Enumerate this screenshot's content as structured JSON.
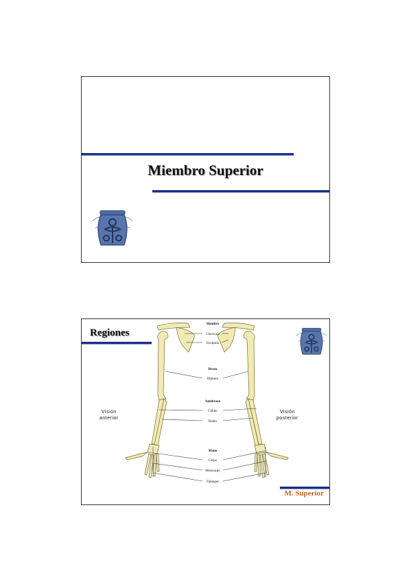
{
  "slide1": {
    "title": "Miembro Superior",
    "seal_icon": "university-seal-icon"
  },
  "slide2": {
    "heading": "Regiones",
    "footer": "M. Superior",
    "view_left_line1": "Visión",
    "view_left_line2": "anterior",
    "view_right_line1": "Visión",
    "view_right_line2": "posterior",
    "labels": {
      "hombro": "Hombro",
      "clavicula": "Clavícula",
      "escapula": "Escápula",
      "brazo": "Brazo",
      "humero": "Húmero",
      "antebrazo": "Antebrazo",
      "cubito": "Cúbito",
      "radio": "Radio",
      "mano": "Mano",
      "carpo": "Carpo",
      "metacarpo": "Metacarpo",
      "falanges": "Falanges"
    }
  },
  "colors": {
    "accent_bar": "#1c2f85",
    "footer_text": "#c8651b",
    "bone": "#f1eab2",
    "seal": "#4f6ea8"
  }
}
